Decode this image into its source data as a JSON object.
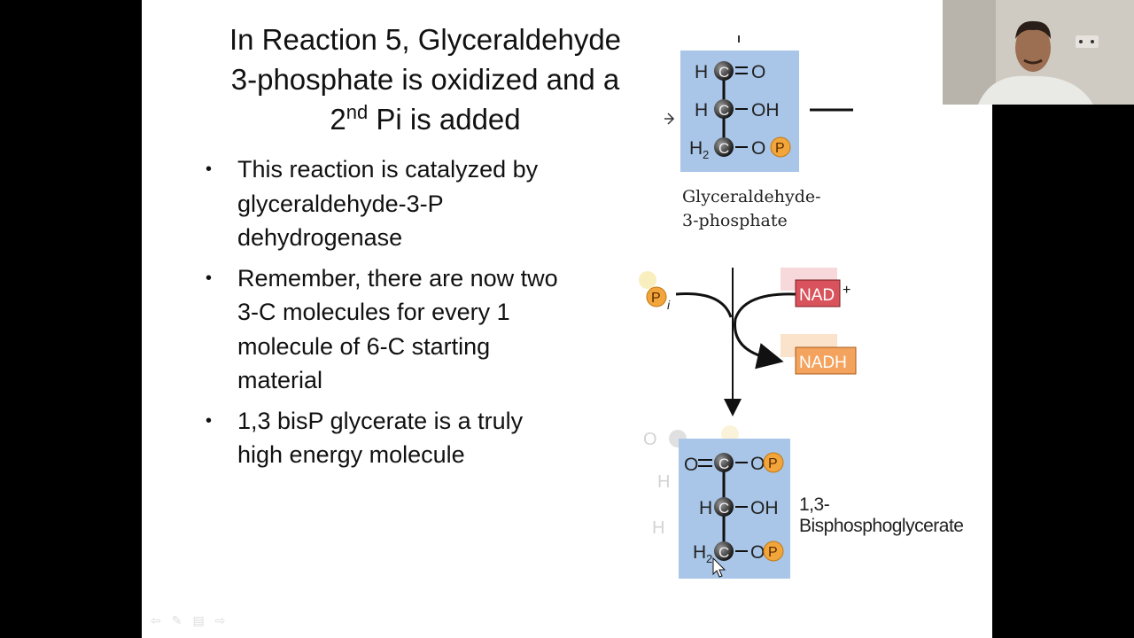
{
  "slide": {
    "title_line1": "In Reaction 5, Glyceraldehyde",
    "title_line2": "3-phosphate is oxidized and a",
    "title_line3_pre": "2",
    "title_line3_sup": "nd",
    "title_line3_post": " Pi is added",
    "bullets": [
      {
        "text": "This reaction is catalyzed by glyceraldehyde-3-P dehydrogenase"
      },
      {
        "text": "Remember, there are now two 3-C molecules for every 1 molecule of 6-C starting material"
      },
      {
        "text": "1,3 bisP glycerate is a truly high energy molecule"
      }
    ],
    "bullet_glyph": "•"
  },
  "diagram": {
    "g3p_label_line1": "Glyceraldehyde-",
    "g3p_label_line2": "3-phosphate",
    "bpg_label": "1,3-Bisphosphoglycerate",
    "pi_label": "P",
    "pi_subscript": "i",
    "nad_label": "NAD",
    "nad_charge": "+",
    "nadh_label": "NADH",
    "atom_H": "H",
    "atom_C": "C",
    "atom_O": "O",
    "atom_P": "P",
    "group_OH": "OH",
    "group_H2": "H",
    "group_H2_sub": "2",
    "colors": {
      "molecule_bg": "#a9c6e8",
      "phosphate": "#f2a53a",
      "nad_bg": "#d9535c",
      "nadh_bg": "#f4a35f",
      "carbon": "#222222"
    }
  },
  "nav": {
    "icons": [
      "back-arrow-icon",
      "pen-icon",
      "menu-icon",
      "forward-arrow-icon"
    ]
  }
}
